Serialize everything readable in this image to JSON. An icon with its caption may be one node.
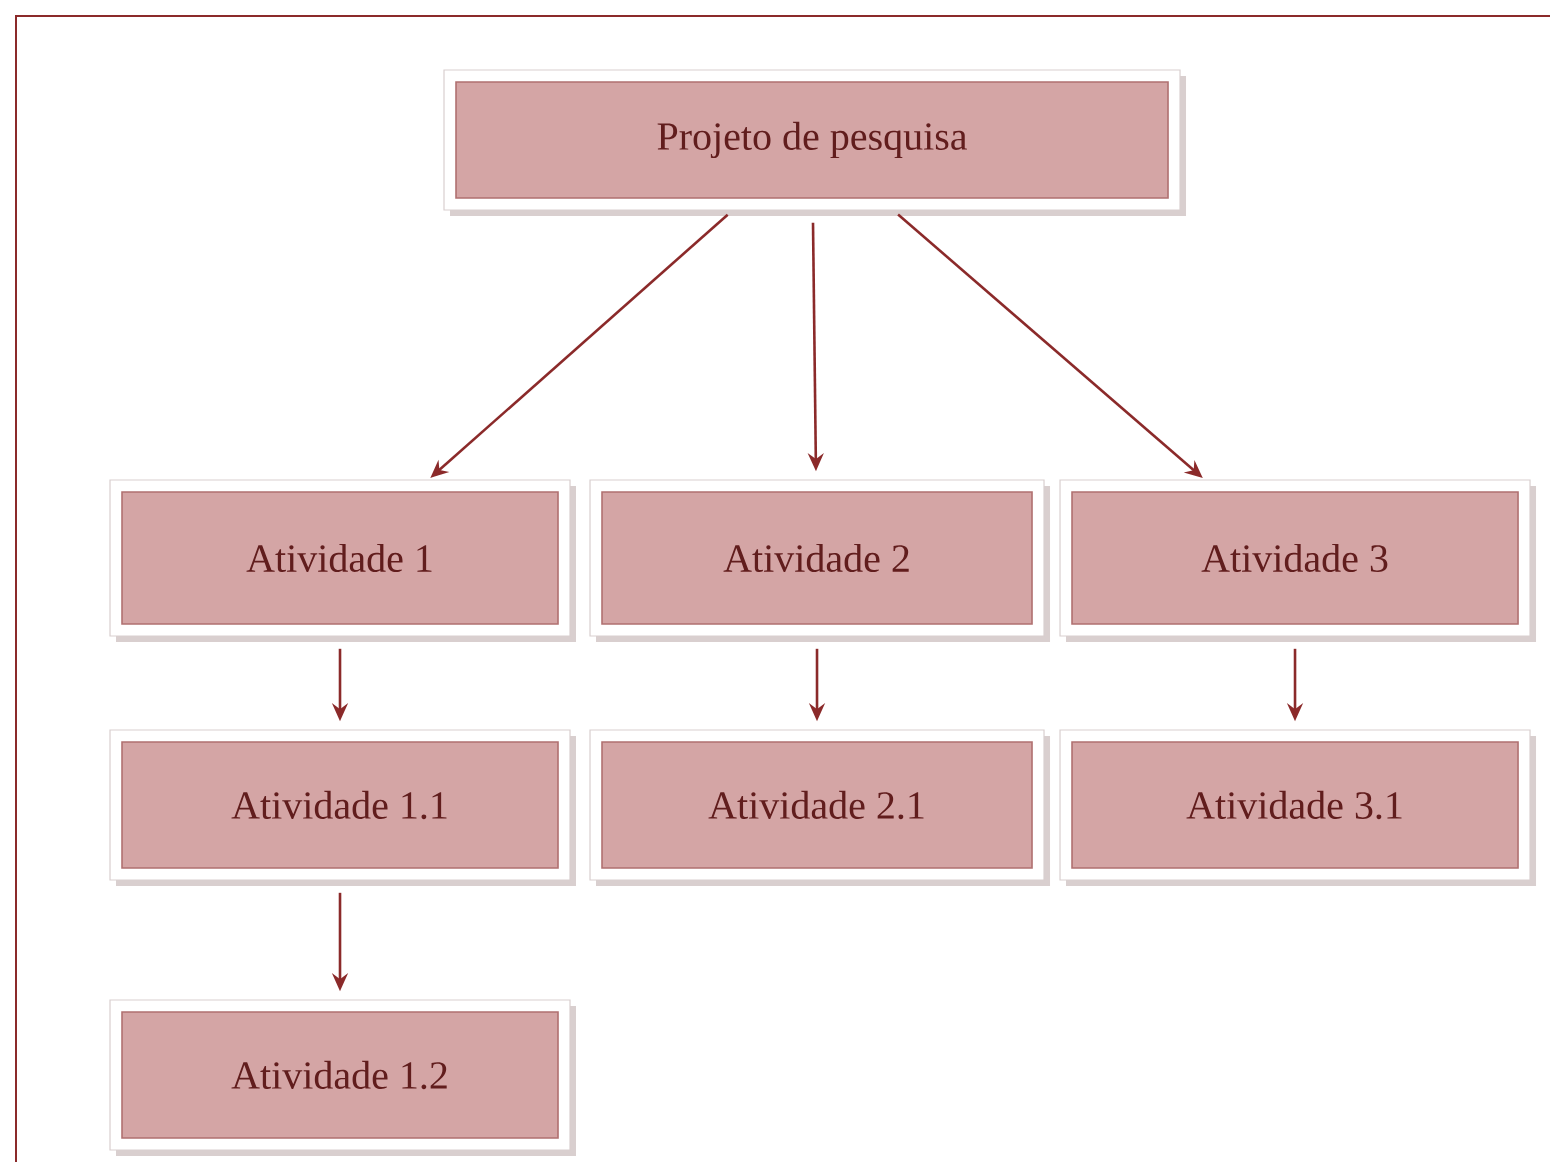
{
  "diagram": {
    "nodes": [
      {
        "text": [
          "Projeto de pesquisa"
        ]
      },
      {
        "text": [
          "Atividade 1"
        ]
      },
      {
        "text": [
          "Atividade 2"
        ]
      },
      {
        "text": [
          "Atividade 3"
        ]
      },
      {
        "text": [
          "Atividade 1.1"
        ]
      },
      {
        "text": [
          "Atividade 2.1"
        ]
      },
      {
        "text": [
          "Atividade 3.1"
        ]
      },
      {
        "text": [
          "Atividade 1.2"
        ]
      }
    ],
    "edges": [
      {
        "from": 0,
        "to": 1,
        "arrow": "to"
      },
      {
        "from": 0,
        "to": 2,
        "arrow": "to"
      },
      {
        "from": 0,
        "to": 3,
        "arrow": "to"
      },
      {
        "from": 1,
        "to": 4,
        "arrow": "to"
      },
      {
        "from": 2,
        "to": 5,
        "arrow": "to"
      },
      {
        "from": 3,
        "to": 6,
        "arrow": "to"
      },
      {
        "from": 4,
        "to": 7,
        "arrow": "to"
      }
    ]
  }
}
